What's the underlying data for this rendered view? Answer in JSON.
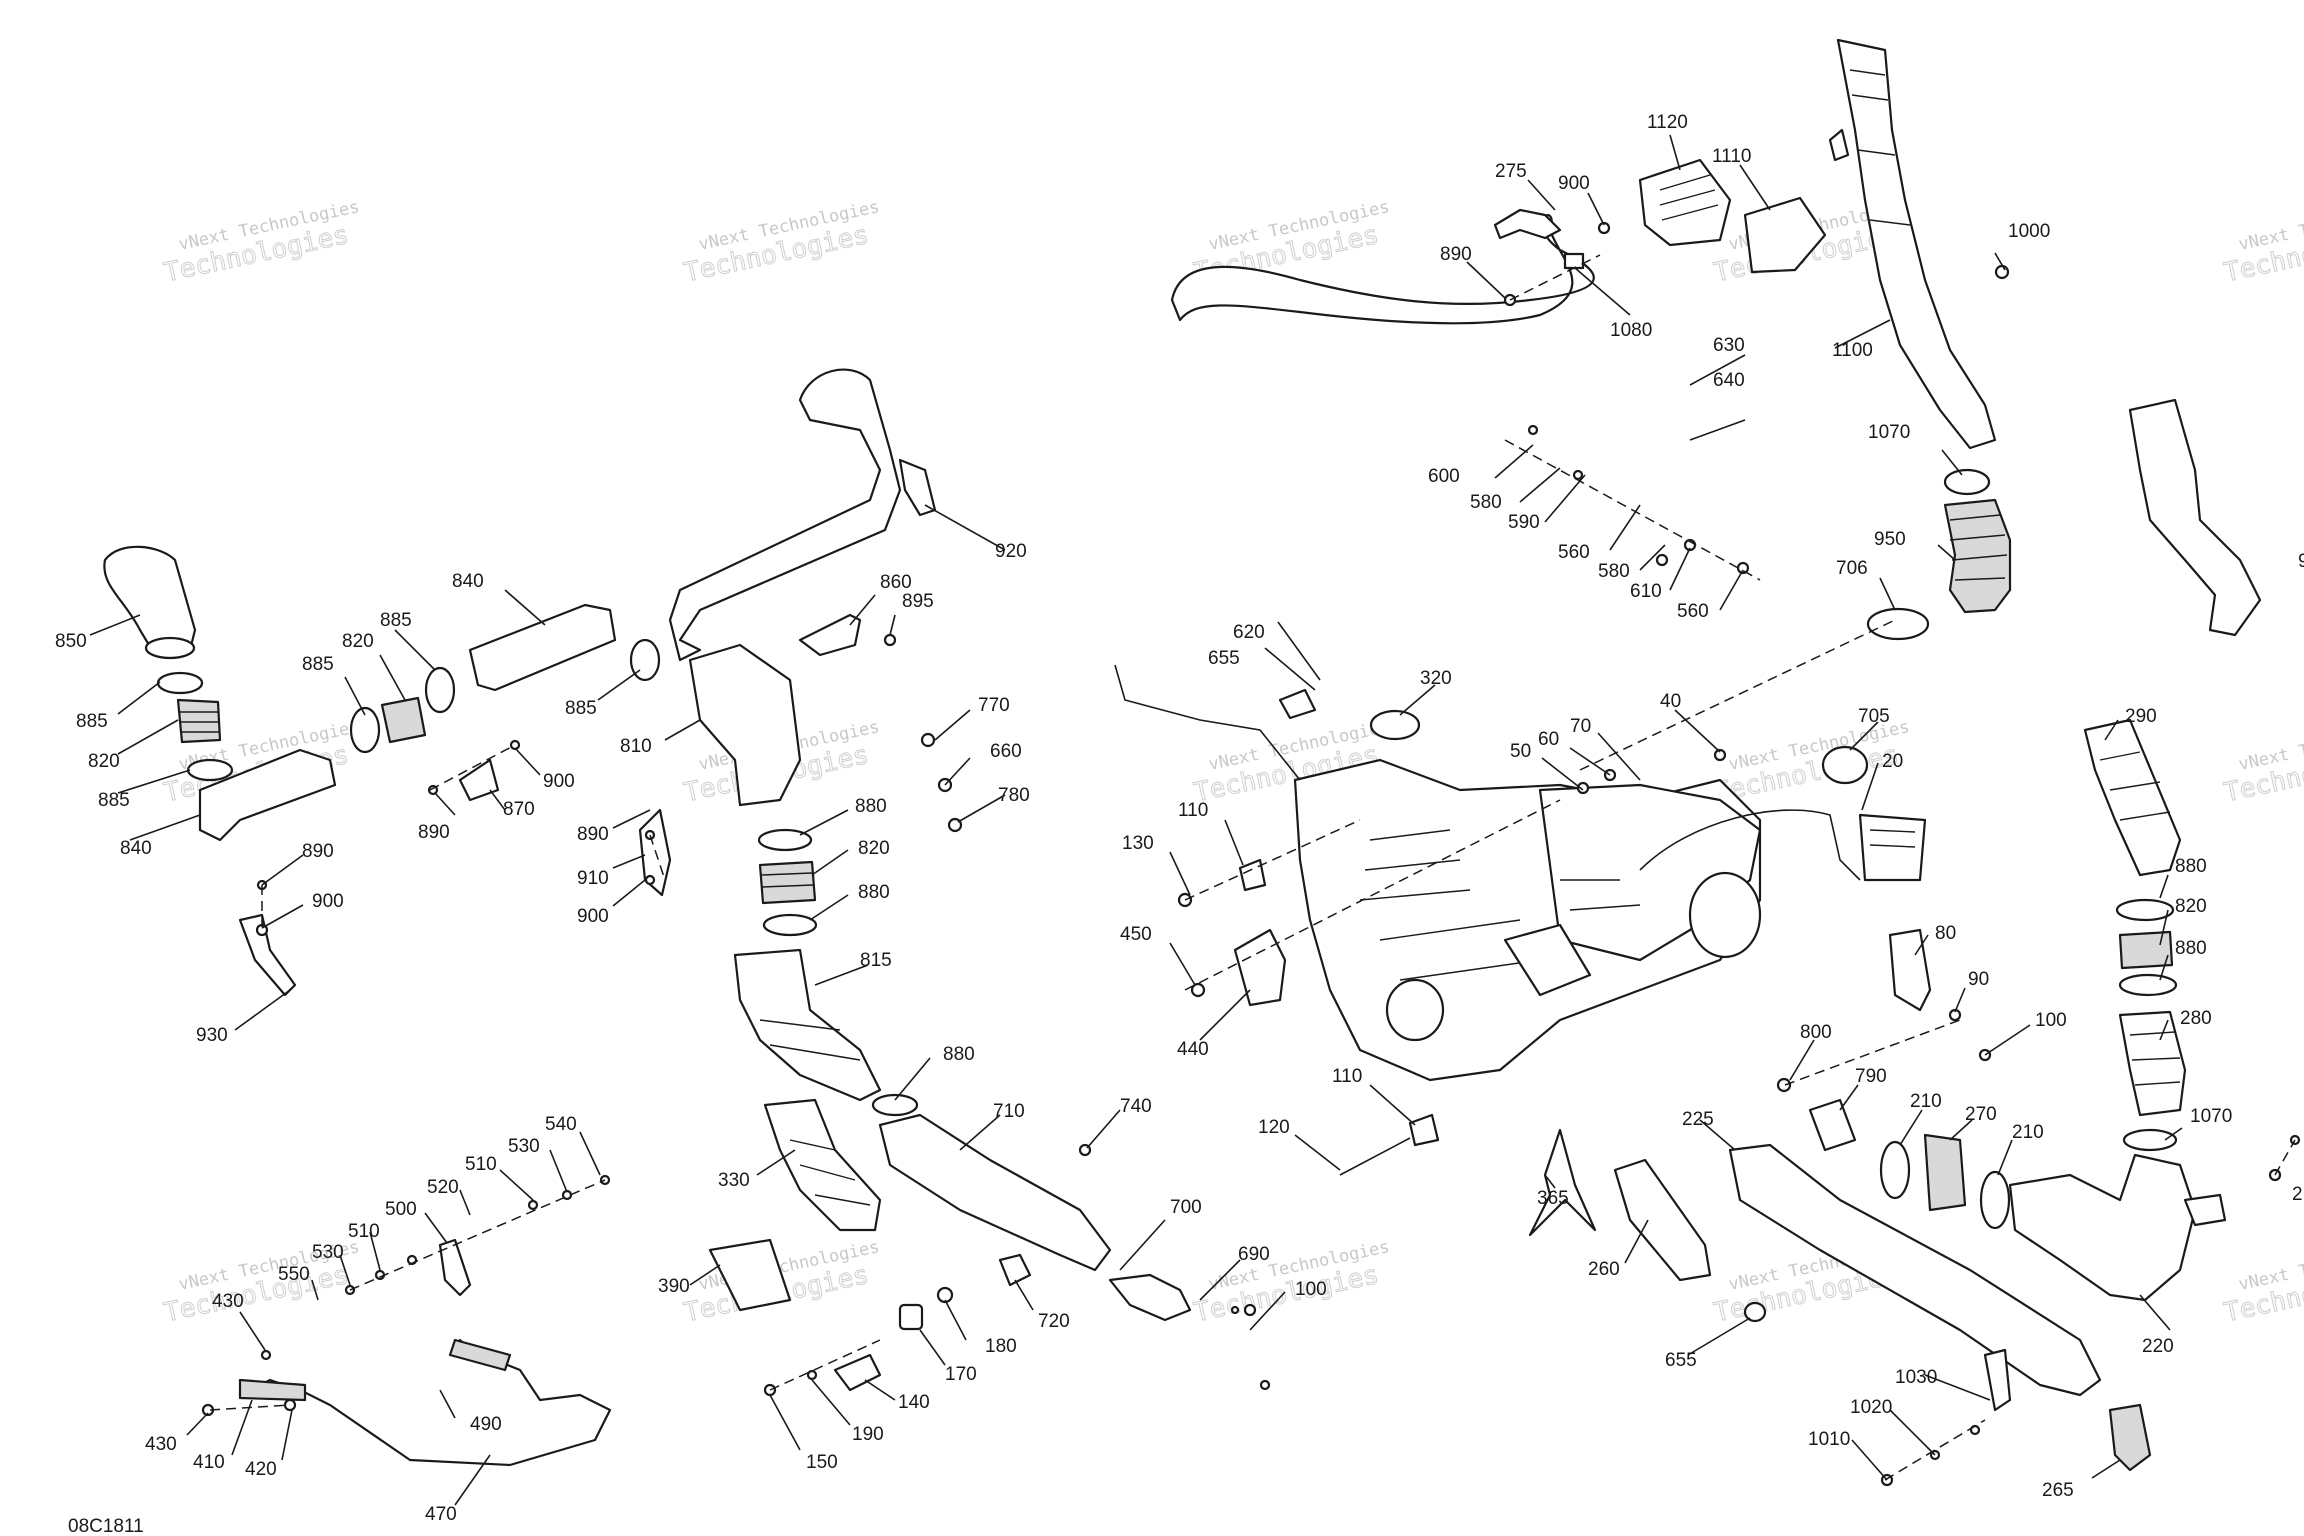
{
  "diagram_ref": "08C1811",
  "watermark": {
    "line1": "vNext Technologies",
    "line2": "Technologies"
  },
  "callouts": [
    {
      "id": "c1120",
      "text": "1120"
    },
    {
      "id": "c1110",
      "text": "1110"
    },
    {
      "id": "c275",
      "text": "275"
    },
    {
      "id": "c900a",
      "text": "900"
    },
    {
      "id": "c890a",
      "text": "890"
    },
    {
      "id": "c1080",
      "text": "1080"
    },
    {
      "id": "c1000",
      "text": "1000"
    },
    {
      "id": "c1100",
      "text": "1100"
    },
    {
      "id": "c630",
      "text": "630"
    },
    {
      "id": "c640",
      "text": "640"
    },
    {
      "id": "c600",
      "text": "600"
    },
    {
      "id": "c580a",
      "text": "580"
    },
    {
      "id": "c590",
      "text": "590"
    },
    {
      "id": "c560a",
      "text": "560"
    },
    {
      "id": "c580b",
      "text": "580"
    },
    {
      "id": "c610",
      "text": "610"
    },
    {
      "id": "c560b",
      "text": "560"
    },
    {
      "id": "c1070a",
      "text": "1070"
    },
    {
      "id": "c950",
      "text": "950"
    },
    {
      "id": "c706",
      "text": "706"
    },
    {
      "id": "c920",
      "text": "920"
    },
    {
      "id": "c860",
      "text": "860"
    },
    {
      "id": "c895",
      "text": "895"
    },
    {
      "id": "c850",
      "text": "850"
    },
    {
      "id": "c840a",
      "text": "840"
    },
    {
      "id": "c885a",
      "text": "885"
    },
    {
      "id": "c820a",
      "text": "820"
    },
    {
      "id": "c885b",
      "text": "885"
    },
    {
      "id": "c885c",
      "text": "885"
    },
    {
      "id": "c820b",
      "text": "820"
    },
    {
      "id": "c885d",
      "text": "885"
    },
    {
      "id": "c840b",
      "text": "840"
    },
    {
      "id": "c885e",
      "text": "885"
    },
    {
      "id": "c810",
      "text": "810"
    },
    {
      "id": "c870",
      "text": "870"
    },
    {
      "id": "c900b",
      "text": "900"
    },
    {
      "id": "c890b",
      "text": "890"
    },
    {
      "id": "c890c",
      "text": "890"
    },
    {
      "id": "c910",
      "text": "910"
    },
    {
      "id": "c900c",
      "text": "900"
    },
    {
      "id": "c890d",
      "text": "890"
    },
    {
      "id": "c900d",
      "text": "900"
    },
    {
      "id": "c930",
      "text": "930"
    },
    {
      "id": "c770",
      "text": "770"
    },
    {
      "id": "c660",
      "text": "660"
    },
    {
      "id": "c780",
      "text": "780"
    },
    {
      "id": "c880a",
      "text": "880"
    },
    {
      "id": "c820c",
      "text": "820"
    },
    {
      "id": "c880b",
      "text": "880"
    },
    {
      "id": "c815",
      "text": "815"
    },
    {
      "id": "c880c",
      "text": "880"
    },
    {
      "id": "c620",
      "text": "620"
    },
    {
      "id": "c655a",
      "text": "655"
    },
    {
      "id": "c320",
      "text": "320"
    },
    {
      "id": "c40",
      "text": "40"
    },
    {
      "id": "c50",
      "text": "50"
    },
    {
      "id": "c60",
      "text": "60"
    },
    {
      "id": "c70",
      "text": "70"
    },
    {
      "id": "c705",
      "text": "705"
    },
    {
      "id": "c20",
      "text": "20"
    },
    {
      "id": "c110a",
      "text": "110"
    },
    {
      "id": "c130",
      "text": "130"
    },
    {
      "id": "c450",
      "text": "450"
    },
    {
      "id": "c440",
      "text": "440"
    },
    {
      "id": "c80",
      "text": "80"
    },
    {
      "id": "c90",
      "text": "90"
    },
    {
      "id": "c100a",
      "text": "100"
    },
    {
      "id": "c290",
      "text": "290"
    },
    {
      "id": "c880d",
      "text": "880"
    },
    {
      "id": "c820d",
      "text": "820"
    },
    {
      "id": "c880e",
      "text": "880"
    },
    {
      "id": "c280",
      "text": "280"
    },
    {
      "id": "c1070b",
      "text": "1070"
    },
    {
      "id": "c220",
      "text": "220"
    },
    {
      "id": "c800",
      "text": "800"
    },
    {
      "id": "c790",
      "text": "790"
    },
    {
      "id": "c210a",
      "text": "210"
    },
    {
      "id": "c270",
      "text": "270"
    },
    {
      "id": "c210b",
      "text": "210"
    },
    {
      "id": "c225",
      "text": "225"
    },
    {
      "id": "c110b",
      "text": "110"
    },
    {
      "id": "c120",
      "text": "120"
    },
    {
      "id": "c365",
      "text": "365"
    },
    {
      "id": "c260",
      "text": "260"
    },
    {
      "id": "c655b",
      "text": "655"
    },
    {
      "id": "c1030",
      "text": "1030"
    },
    {
      "id": "c1020",
      "text": "1020"
    },
    {
      "id": "c1010",
      "text": "1010"
    },
    {
      "id": "c265",
      "text": "265"
    },
    {
      "id": "c710",
      "text": "710"
    },
    {
      "id": "c740",
      "text": "740"
    },
    {
      "id": "c700",
      "text": "700"
    },
    {
      "id": "c690",
      "text": "690"
    },
    {
      "id": "c100b",
      "text": "100"
    },
    {
      "id": "c720",
      "text": "720"
    },
    {
      "id": "c330",
      "text": "330"
    },
    {
      "id": "c390",
      "text": "390"
    },
    {
      "id": "c180",
      "text": "180"
    },
    {
      "id": "c170",
      "text": "170"
    },
    {
      "id": "c140",
      "text": "140"
    },
    {
      "id": "c190",
      "text": "190"
    },
    {
      "id": "c150",
      "text": "150"
    },
    {
      "id": "c540",
      "text": "540"
    },
    {
      "id": "c530a",
      "text": "530"
    },
    {
      "id": "c510a",
      "text": "510"
    },
    {
      "id": "c520",
      "text": "520"
    },
    {
      "id": "c500",
      "text": "500"
    },
    {
      "id": "c510b",
      "text": "510"
    },
    {
      "id": "c530b",
      "text": "530"
    },
    {
      "id": "c550",
      "text": "550"
    },
    {
      "id": "c430a",
      "text": "430"
    },
    {
      "id": "c430b",
      "text": "430"
    },
    {
      "id": "c410",
      "text": "410"
    },
    {
      "id": "c420",
      "text": "420"
    },
    {
      "id": "c490",
      "text": "490"
    },
    {
      "id": "c470",
      "text": "470"
    },
    {
      "id": "c9",
      "text": "9"
    },
    {
      "id": "c2",
      "text": "2"
    }
  ]
}
